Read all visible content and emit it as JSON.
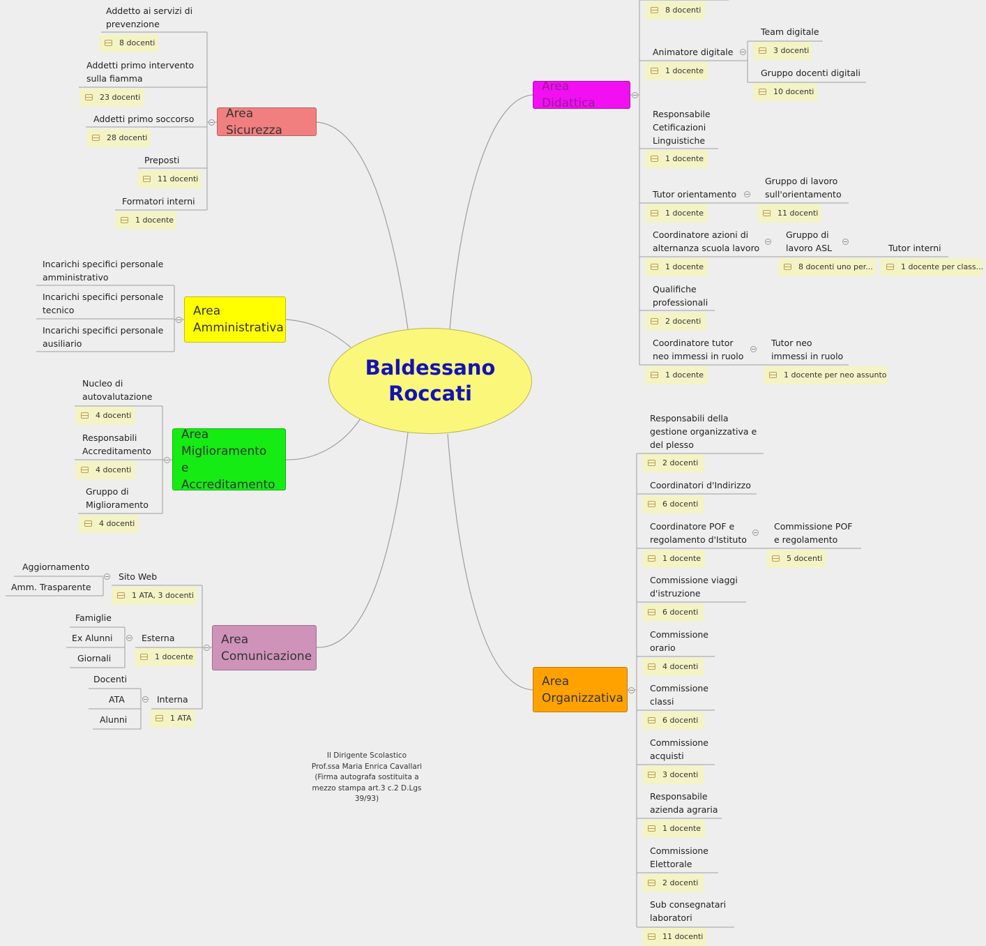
{
  "center": {
    "title": "Baldessano\nRoccati"
  },
  "areas": {
    "sicurezza": "Area Sicurezza",
    "amministrativa": "Area\nAmministrativa",
    "miglioramento": "Area\nMiglioramento e\nAccreditamento",
    "comunicazione": "Area\nComunicazione",
    "didattica": "Area Didattica",
    "organizzativa": "Area\nOrganizzativa"
  },
  "colors": {
    "sicurezza": "#f27f7f",
    "amministrativa": "#ffff00",
    "miglioramento": "#14ec14",
    "comunicazione": "#cf93b9",
    "didattica": "#f20ff2",
    "organizzativa": "#ffa200",
    "center": "#fbf77a",
    "center_text": "#1212b8"
  },
  "sicurezza": {
    "items": [
      {
        "label": "Addetto ai servizi di\nprevenzione",
        "count": "8 docenti"
      },
      {
        "label": "Addetti primo intervento\nsulla fiamma",
        "count": "23 docenti"
      },
      {
        "label": "Addetti primo soccorso",
        "count": "28 docenti"
      },
      {
        "label": "Preposti",
        "count": "11 docenti"
      },
      {
        "label": "Formatori interni",
        "count": "1 docente"
      }
    ]
  },
  "amministrativa": {
    "items": [
      "Incarichi specifici personale\namministrativo",
      "Incarichi specifici personale\ntecnico",
      "Incarichi specifici personale\nausiliario"
    ]
  },
  "miglioramento": {
    "items": [
      {
        "label": "Nucleo di\nautovalutazione",
        "count": "4 docenti"
      },
      {
        "label": "Responsabili\nAccreditamento",
        "count": "4 docenti"
      },
      {
        "label": "Gruppo di\nMiglioramento",
        "count": "4 docenti"
      }
    ]
  },
  "comunicazione": {
    "sito_web": {
      "label": "Sito Web",
      "count": "1 ATA, 3 docenti",
      "children": [
        "Aggiornamento",
        "Amm. Trasparente"
      ]
    },
    "esterna": {
      "label": "Esterna",
      "count": "1 docente",
      "children": [
        "Famiglie",
        "Ex Alunni",
        "Giornali"
      ]
    },
    "interna": {
      "label": "Interna",
      "count": "1 ATA",
      "children": [
        "Docenti",
        "ATA",
        "Alunni"
      ]
    }
  },
  "didattica": {
    "top_count": "8 docenti",
    "animatore": {
      "label": "Animatore digitale",
      "count": "1 docente"
    },
    "team_digitale": {
      "label": "Team digitale",
      "count": "3 docenti"
    },
    "gruppo_digitali": {
      "label": "Gruppo docenti digitali",
      "count": "10 docenti"
    },
    "certificazioni": {
      "label": "Responsabile\nCetificazioni\nLinguistiche",
      "count": "1 docente"
    },
    "tutor_orientamento": {
      "label": "Tutor orientamento",
      "count": "1 docente"
    },
    "gruppo_orientamento": {
      "label": "Gruppo di lavoro\nsull'orientamento",
      "count": "11 docenti"
    },
    "coord_asl": {
      "label": "Coordinatore azioni di\nalternanza scuola lavoro",
      "count": "1 docente"
    },
    "gruppo_asl": {
      "label": "Gruppo di\nlavoro ASL",
      "count": "8 docenti uno per..."
    },
    "tutor_interni": {
      "label": "Tutor interni",
      "count": "1 docente per class..."
    },
    "qualifiche": {
      "label": "Qualifiche\nprofessionali",
      "count": "2 docenti"
    },
    "coord_tutor": {
      "label": "Coordinatore tutor\nneo immessi in ruolo",
      "count": "1 docente"
    },
    "tutor_neo": {
      "label": "Tutor neo\nimmessi in ruolo",
      "count": "1 docente per neo assunto"
    }
  },
  "organizzativa": {
    "items": [
      {
        "label": "Responsabili della\ngestione organizzativa e\ndel plesso",
        "count": "2 docenti"
      },
      {
        "label": "Coordinatori d'Indirizzo",
        "count": "6 docenti"
      },
      {
        "label": "Coordinatore POF e\nregolamento d'Istituto",
        "count": "1 docente"
      },
      {
        "label": "Commissione viaggi\nd'istruzione",
        "count": "6 docenti"
      },
      {
        "label": "Commissione\norario",
        "count": "4 docenti"
      },
      {
        "label": "Commissione\nclassi",
        "count": "6 docenti"
      },
      {
        "label": "Commissione\nacquisti",
        "count": "3 docenti"
      },
      {
        "label": "Responsabile\nazienda agraria",
        "count": "1 docente"
      },
      {
        "label": "Commissione\nElettorale",
        "count": "2 docenti"
      },
      {
        "label": "Sub consegnatari\nlaboratori",
        "count": "11 docenti"
      }
    ],
    "commissione_pof": {
      "label": "Commissione POF\ne regolamento",
      "count": "5 docenti"
    }
  },
  "signature": "Il Dirigente Scolastico\nProf.ssa Maria Enrica Cavallari\n(Firma autografa sostituita a\nmezzo stampa art.3 c.2 D.Lgs\n39/93)"
}
